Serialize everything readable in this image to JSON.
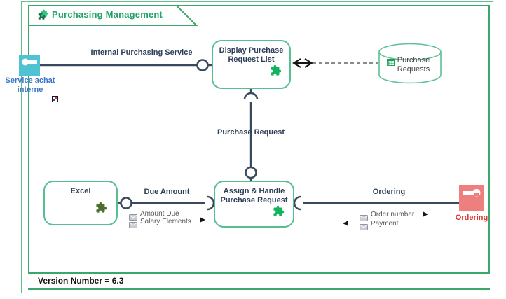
{
  "frame": {
    "title": "Purchasing Management",
    "version": "Version Number = 6.3"
  },
  "actors": {
    "service_achat_interne": {
      "label": "Service achat\ninterne"
    },
    "ordering": {
      "label": "Ordering"
    }
  },
  "functions": {
    "display": {
      "label": "Display Purchase Request List"
    },
    "excel": {
      "label": "Excel"
    },
    "assign": {
      "label": "Assign & Handle Purchase Request"
    }
  },
  "datastore": {
    "label": "Purchase Requests"
  },
  "edges": {
    "internal_purchasing_service": {
      "label": "Internal Purchasing Service"
    },
    "purchase_request": {
      "label": "Purchase Request"
    },
    "due_amount": {
      "label": "Due Amount",
      "items": [
        {
          "label": "Amount Due"
        },
        {
          "label": "Salary Elements"
        }
      ]
    },
    "ordering": {
      "label": "Ordering",
      "items": [
        {
          "label": "Order number"
        },
        {
          "label": "Payment"
        }
      ]
    }
  },
  "colors": {
    "frame_green": "#3ca76b",
    "node_border_green": "#57bd92",
    "title_green": "#21a366",
    "edge_dark": "#3a4a5e",
    "label_navy": "#2d3e57",
    "actor_teal": "#4fc3d4",
    "actor_blue_label": "#3b78c8",
    "actor_pink": "#ef7f7f",
    "actor_red_label": "#e0352f",
    "puzzle_green": "#11b35c",
    "puzzle_olive": "#4d6f2d"
  }
}
